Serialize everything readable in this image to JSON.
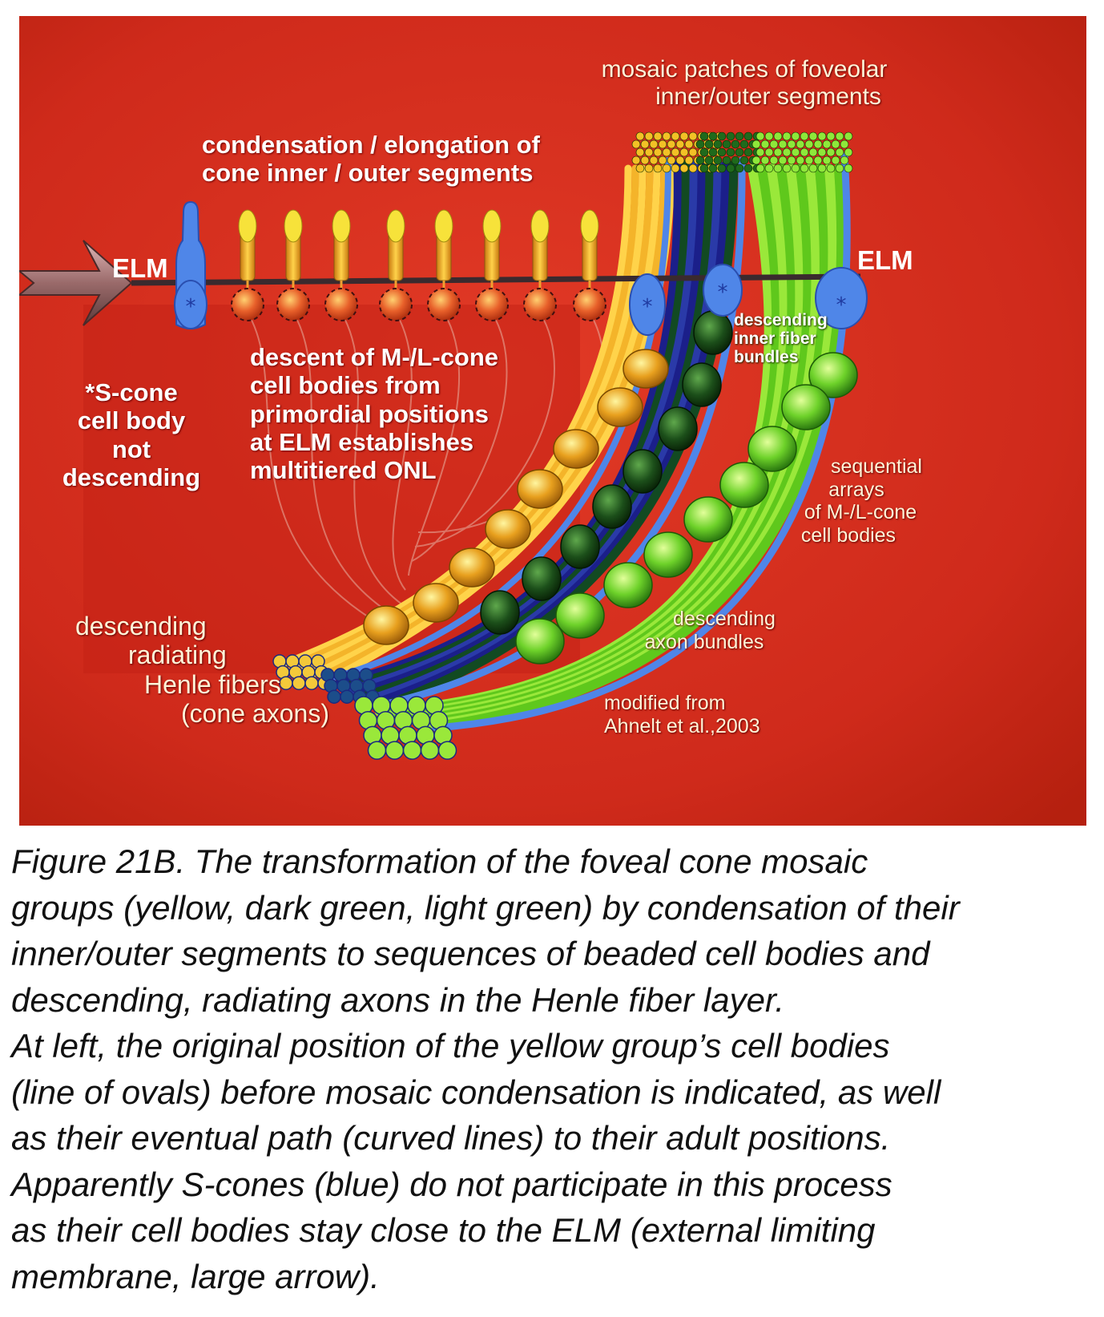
{
  "figure": {
    "labels": {
      "mosaic_patches": [
        "mosaic patches of foveolar",
        "inner/outer segments"
      ],
      "condensation": [
        "condensation / elongation  of",
        "cone inner / outer segments"
      ],
      "elm_left": "ELM",
      "elm_right": "ELM",
      "s_cone": [
        "*S-cone",
        "cell body",
        "not",
        "descending"
      ],
      "descent": [
        "descent of M-/L-cone",
        "cell bodies from",
        "primordial positions",
        "at ELM establishes",
        "multitiered ONL"
      ],
      "descending_inner": [
        "descending",
        "inner fiber",
        "bundles"
      ],
      "sequential": [
        "sequential",
        "arrays",
        "of M-/L-cone",
        "cell bodies"
      ],
      "henle": [
        "descending",
        "radiating",
        "Henle fibers",
        "(cone axons)"
      ],
      "axon_bundles": [
        "descending",
        "axon bundles"
      ],
      "modified": [
        "modified from",
        "Ahnelt et al.,2003"
      ],
      "asterisk": "*"
    },
    "colors": {
      "background": "#d22c1c",
      "yellow_cone": "#f0b028",
      "dark_green_cone": "#1f5a1c",
      "light_green_cone": "#7ee02a",
      "s_cone_blue": "#4f86e8",
      "axon_blue": "#2a2f9a",
      "elm_line": "#3a2a2e"
    }
  },
  "caption": {
    "lines": [
      "Figure 21B. The transformation of the foveal cone mosaic",
      "groups (yellow, dark green, light green) by condensation of their",
      "inner/outer segments to sequences of beaded cell bodies and",
      "descending, radiating axons in the Henle fiber layer.",
      "At left, the original position of the yellow group’s cell bodies",
      "(line of ovals) before mosaic condensation is indicated, as well",
      "as their eventual path (curved lines) to their adult positions.",
      "Apparently S-cones (blue) do not participate in this process",
      "as their cell bodies stay close to the ELM (external limiting",
      "membrane, large arrow)."
    ]
  }
}
